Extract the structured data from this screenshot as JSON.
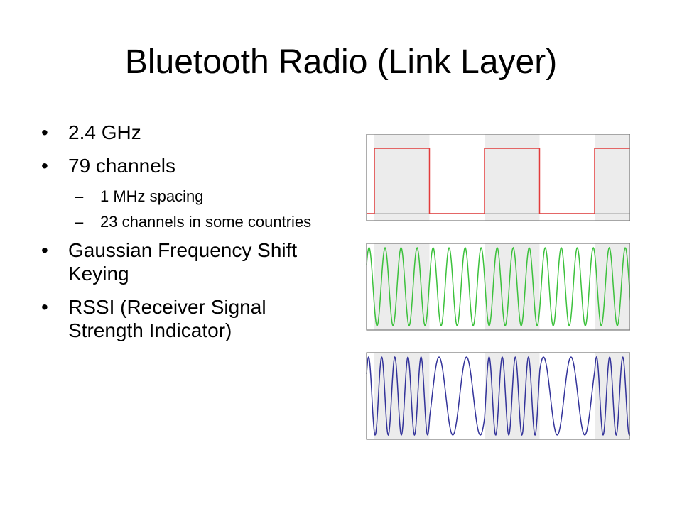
{
  "slide": {
    "title": "Bluetooth Radio (Link Layer)"
  },
  "bullets": {
    "freq": "2.4 GHz",
    "channels": "79 channels",
    "spacing": "1 MHz spacing",
    "some_countries": "23 channels in some countries",
    "gfsk": "Gaussian Frequency Shift Keying",
    "rssi": "RSSI (Receiver Signal Strength Indicator)"
  },
  "diagram": {
    "bits": [
      1,
      0,
      1,
      0,
      1
    ],
    "colors": {
      "panel_fill": "#ececec",
      "border": "#777777",
      "baseline": "#aaaaaa",
      "digital": "#e23b3b",
      "carrier": "#3cc13c",
      "fsk": "#33339a"
    }
  }
}
